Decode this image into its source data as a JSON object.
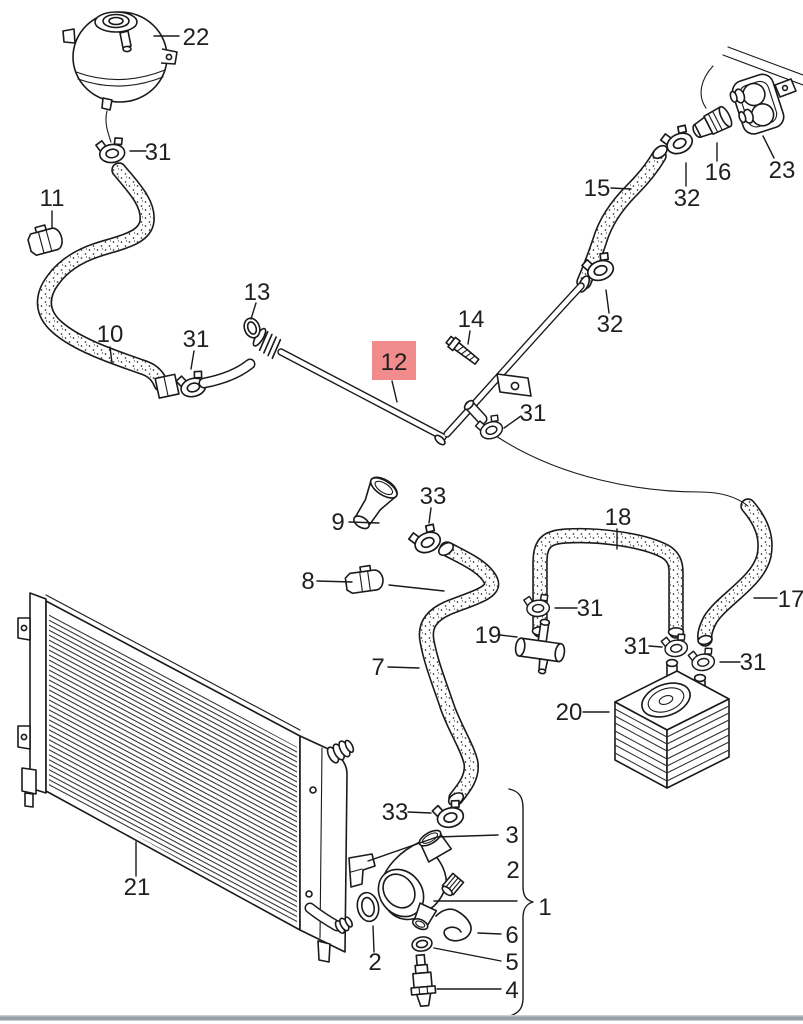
{
  "diagram": {
    "type": "exploded-parts-diagram",
    "subject": "engine cooling system - coolant hoses, radiator, expansion tank, oil cooler",
    "line_color": "#1a1a1a",
    "background": "#ffffff"
  },
  "highlight": {
    "color": "#f28b8b",
    "label": "12"
  },
  "footer": {
    "bar_color": "#99a1a8"
  },
  "labels": [
    {
      "text": "22",
      "part": "expansion-tank"
    },
    {
      "text": "31",
      "part": "hose-clamp"
    },
    {
      "text": "11",
      "part": "connector"
    },
    {
      "text": "10",
      "part": "coolant-hose"
    },
    {
      "text": "31",
      "part": "hose-clamp"
    },
    {
      "text": "13",
      "part": "o-ring"
    },
    {
      "text": "12",
      "part": "coolant-pipe",
      "highlighted": true
    },
    {
      "text": "14",
      "part": "bolt"
    },
    {
      "text": "31",
      "part": "hose-clamp"
    },
    {
      "text": "15",
      "part": "coolant-hose"
    },
    {
      "text": "32",
      "part": "hose-clamp"
    },
    {
      "text": "16",
      "part": "connector-piece"
    },
    {
      "text": "23",
      "part": "heater-core-connection"
    },
    {
      "text": "32",
      "part": "hose-clamp"
    },
    {
      "text": "9",
      "part": "connecting-pipe"
    },
    {
      "text": "33",
      "part": "hose-clamp"
    },
    {
      "text": "8",
      "part": "sensor"
    },
    {
      "text": "7",
      "part": "coolant-hose"
    },
    {
      "text": "18",
      "part": "coolant-hose"
    },
    {
      "text": "19",
      "part": "t-piece"
    },
    {
      "text": "31",
      "part": "hose-clamp"
    },
    {
      "text": "31",
      "part": "hose-clamp"
    },
    {
      "text": "17",
      "part": "coolant-hose"
    },
    {
      "text": "31",
      "part": "hose-clamp"
    },
    {
      "text": "20",
      "part": "oil-cooler"
    },
    {
      "text": "21",
      "part": "radiator"
    },
    {
      "text": "33",
      "part": "hose-clamp"
    },
    {
      "text": "3",
      "part": "bracket"
    },
    {
      "text": "2",
      "part": "o-ring"
    },
    {
      "text": "1",
      "part": "coolant-flange-assembly"
    },
    {
      "text": "6",
      "part": "retaining-clip"
    },
    {
      "text": "5",
      "part": "seal"
    },
    {
      "text": "4",
      "part": "temperature-sensor"
    },
    {
      "text": "2",
      "part": "o-ring"
    }
  ]
}
